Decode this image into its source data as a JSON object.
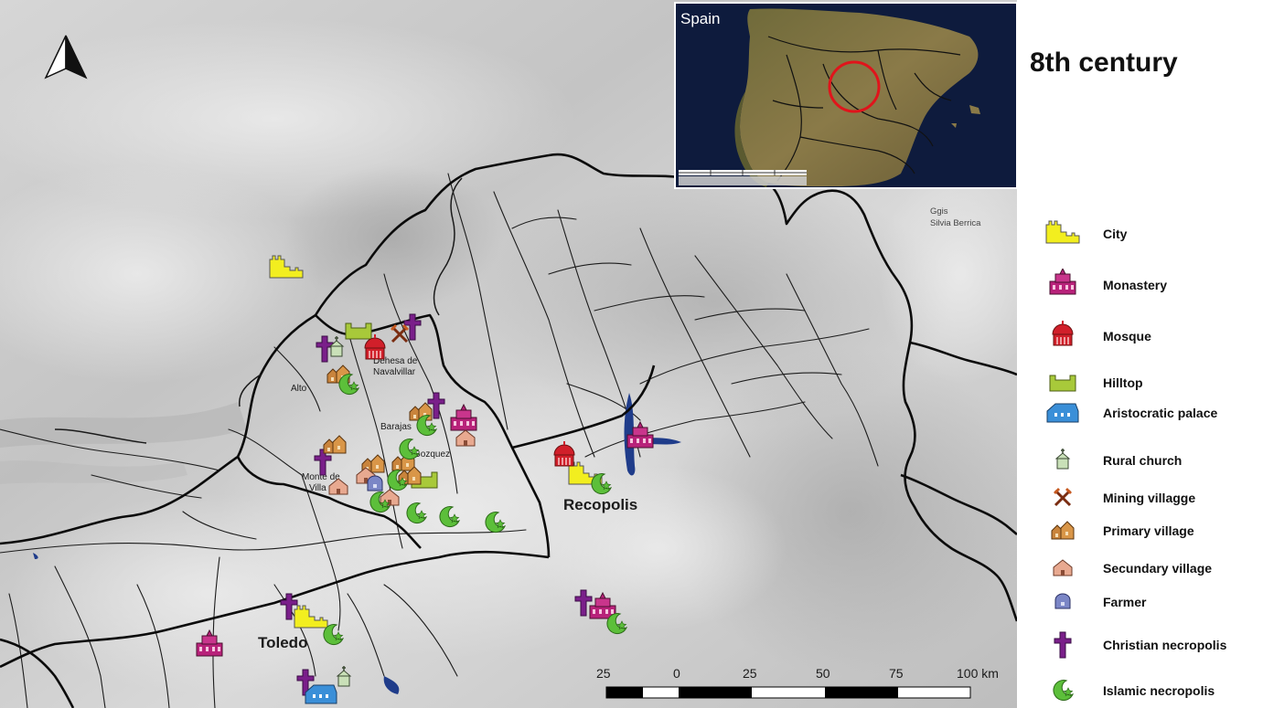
{
  "title": "8th century",
  "inset": {
    "label": "Spain"
  },
  "credit": {
    "line1": "Ggis",
    "line2": "Silvia Berrica"
  },
  "scalebar": {
    "ticks": [
      "25",
      "0",
      "25",
      "50",
      "75",
      "100 km"
    ]
  },
  "places": {
    "toledo": "Toledo",
    "recopolis": "Recopolis",
    "barajas": "Barajas",
    "dehesa1": "Dehesa de",
    "dehesa2": "Navalvillar",
    "gozquez": "Gozquez",
    "monte1": "Monte de",
    "monte2": "Villa",
    "near_alto": "Alto"
  },
  "legend": [
    {
      "icon": "city",
      "label": "City"
    },
    {
      "icon": "monastery",
      "label": "Monastery"
    },
    {
      "icon": "mosque",
      "label": "Mosque"
    },
    {
      "icon": "hilltop",
      "label": "Hilltop"
    },
    {
      "icon": "palace",
      "label": "Aristocratic palace"
    },
    {
      "icon": "rural-church",
      "label": "Rural church"
    },
    {
      "icon": "mining",
      "label": "Mining villagge"
    },
    {
      "icon": "primary-village",
      "label": "Primary village"
    },
    {
      "icon": "secondary-village",
      "label": "Secundary village"
    },
    {
      "icon": "farmer",
      "label": "Farmer"
    },
    {
      "icon": "christian-necropolis",
      "label": "Christian necropolis"
    },
    {
      "icon": "islamic-necropolis",
      "label": "Islamic necropolis"
    }
  ],
  "colors": {
    "city": "#f2ee1f",
    "monastery": "#b8227a",
    "mosque": "#d11f2a",
    "hilltop": "#a8c93a",
    "palace": "#3a8fd8",
    "rural_church": "#c9e0b8",
    "mining": "#b3541e",
    "primary_village": "#c9843c",
    "secondary_village": "#e8a990",
    "farmer": "#7b86c6",
    "christian_necropolis": "#7a1f8a",
    "islamic_necropolis": "#5cbf3a",
    "inset_circle": "#e0141b"
  }
}
